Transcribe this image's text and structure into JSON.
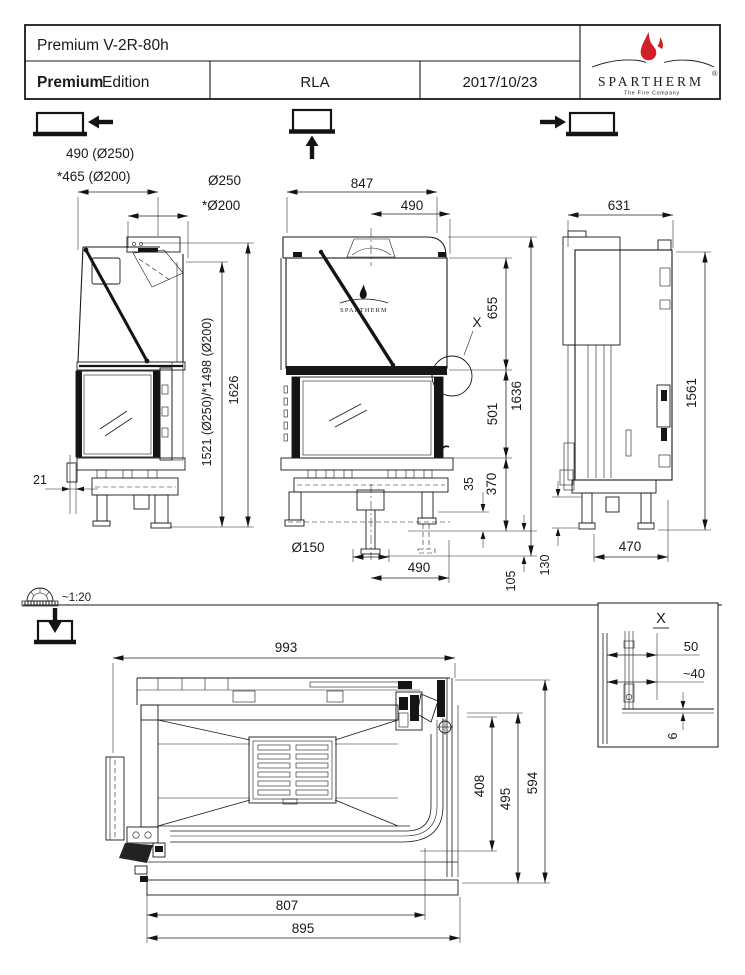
{
  "colors": {
    "line": "#1a1a1a",
    "flame_red": "#cf2127",
    "tagline_red": "#9b3026"
  },
  "title_block": {
    "model": "Premium V-2R-80h",
    "edition_bold": "Premium",
    "edition_light": "Edition",
    "revision": "RLA",
    "date": "2017/10/23",
    "brand": "SPARTHERM",
    "registered_mark": "®",
    "tagline": "The Fire Company"
  },
  "scale_note": "~1:20",
  "front_view": {
    "logo_text": "SPARTHERM"
  },
  "detail_x": {
    "title": "X",
    "callout": "X",
    "dim_glass_offset": "50",
    "dim_gap": "~40",
    "dim_reveal": "6"
  },
  "dims": {
    "flue_offset_250": "490 (Ø250)",
    "flue_offset_200": "*465 (Ø200)",
    "flue_dia_250": "Ø250",
    "flue_dia_200": "*Ø200",
    "front_width": "847",
    "flue_center_to_edge": "490",
    "side_depth": "631",
    "left_gap": "21",
    "flue_height": "1521 (Ø250)/*1498 (Ø200)",
    "total_height_side_left": "1626",
    "upper_section_height": "655",
    "glass_height": "501",
    "base_height": "370",
    "foot_adjust": "35",
    "total_height_front": "1636",
    "total_height_side_right": "1561",
    "foot_plate_dia": "Ø150",
    "air_inlet_offset": "490",
    "pedestal_drop": "105",
    "leg_height": "130",
    "leg_span": "470"
  },
  "plan_dims": {
    "overall_width": "993",
    "glass_width": "807",
    "body_width": "895",
    "inner_depth": "408",
    "mid_depth": "495",
    "overall_depth": "594"
  }
}
